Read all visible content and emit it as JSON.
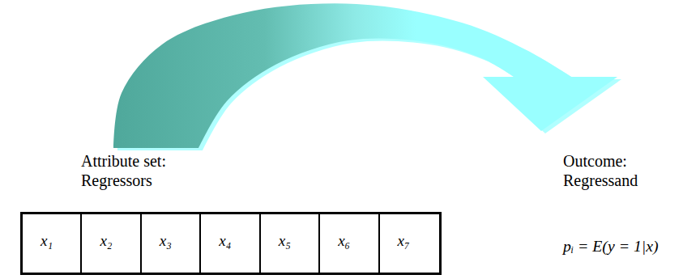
{
  "diagram": {
    "nodes": [
      {
        "text": [
          "Attribute set: Regressors"
        ]
      },
      {
        "text": [
          "x₁"
        ],
        "in": 0
      },
      {
        "text": [
          "x₂"
        ],
        "in": 0
      },
      {
        "text": [
          "x₃"
        ],
        "in": 0
      },
      {
        "text": [
          "x₄"
        ],
        "in": 0
      },
      {
        "text": [
          "x₅"
        ],
        "in": 0
      },
      {
        "text": [
          "x₆"
        ],
        "in": 0
      },
      {
        "text": [
          "x₇"
        ],
        "in": 0
      },
      {
        "text": [
          "Outcome: Regressand",
          "pᵢ = E(y = 1|x)"
        ]
      }
    ],
    "edges": [
      {
        "from": 0,
        "to": 8,
        "arrow": "to"
      }
    ]
  }
}
